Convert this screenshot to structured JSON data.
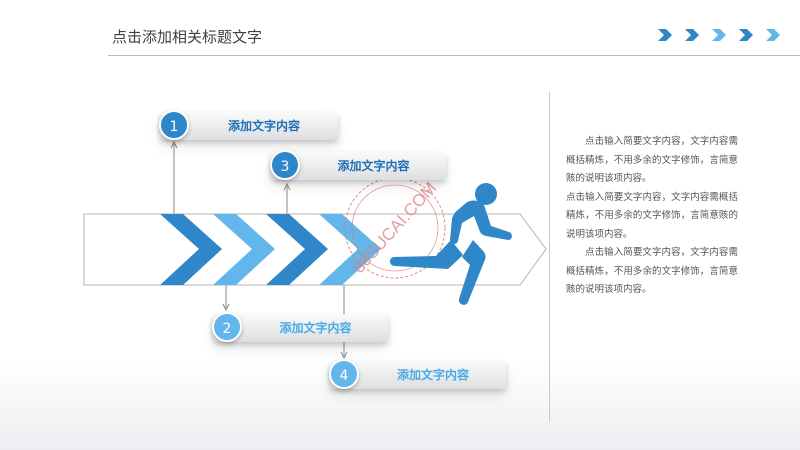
{
  "header": {
    "title": "点击添加相关标题文字"
  },
  "colors": {
    "dark_blue": "#2f86c8",
    "light_blue": "#62b6ec",
    "rule": "#b9b9b9",
    "text": "#555555"
  },
  "steps": [
    {
      "number": "1",
      "label": "添加文字内容",
      "tone": "dark"
    },
    {
      "number": "2",
      "label": "添加文字内容",
      "tone": "light"
    },
    {
      "number": "3",
      "label": "添加文字内容",
      "tone": "dark"
    },
    {
      "number": "4",
      "label": "添加文字内容",
      "tone": "light"
    }
  ],
  "description": {
    "paragraphs": [
      "点击输入简要文字内容，文字内容需概括精炼，不用多余的文字修饰，言简意赅的说明该项内容。",
      "点击输入简要文字内容，文字内容需概括精炼，不用多余的文字修饰，言简意赅的说明该项内容。",
      "点击输入简要文字内容，文字内容需概括精炼，不用多余的文字修饰，言简意赅的说明该项内容。"
    ]
  },
  "watermark": {
    "text": "88SUCAI.COM"
  },
  "icons": {
    "runner": "running-person-icon",
    "arrow": "chevron-arrow-icon"
  }
}
